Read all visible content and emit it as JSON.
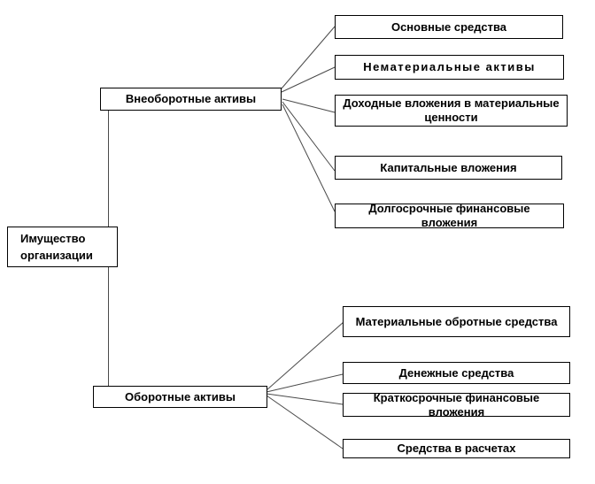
{
  "colors": {
    "background": "#ffffff",
    "box_fill": "#ffffff",
    "box_border": "#000000",
    "connector_line": "#4a4a4a",
    "text": "#000000"
  },
  "root": {
    "label": "Имущество организации"
  },
  "branches": [
    {
      "label": "Внеоборотные активы",
      "children": [
        "Основные средства",
        "Нематериальные активы",
        "Доходные вложения в материальные ценности",
        "Капитальные вложения",
        "Долгосрочные финансовые вложения"
      ]
    },
    {
      "label": "Оборотные активы",
      "children": [
        "Материальные обротные средства",
        "Денежные средства",
        "Краткосрочные финансовые вложения",
        "Средства в расчетах"
      ]
    }
  ]
}
